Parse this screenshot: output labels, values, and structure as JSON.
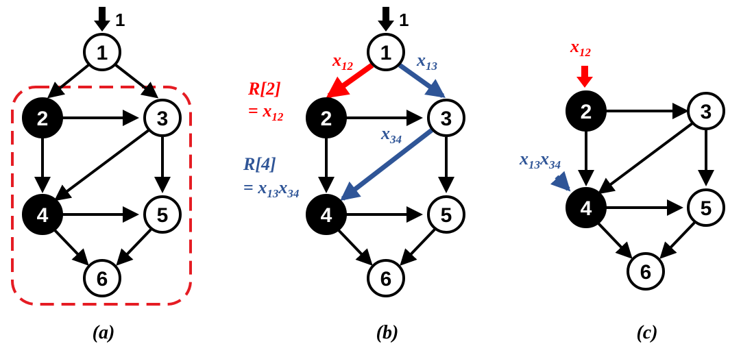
{
  "colors": {
    "black": "#000000",
    "red": "#ff0000",
    "blue": "#2f5597",
    "dashed_box": "#e51c23"
  },
  "panels": [
    {
      "caption": "(a)",
      "input_label": "1",
      "nodes": [
        {
          "id": "1",
          "label": "1",
          "filled": false
        },
        {
          "id": "2",
          "label": "2",
          "filled": true
        },
        {
          "id": "3",
          "label": "3",
          "filled": false
        },
        {
          "id": "4",
          "label": "4",
          "filled": true
        },
        {
          "id": "5",
          "label": "5",
          "filled": false
        },
        {
          "id": "6",
          "label": "6",
          "filled": false
        }
      ]
    },
    {
      "caption": "(b)",
      "input_label": "1",
      "edge_labels": {
        "x12": {
          "base": "x",
          "sub": "12"
        },
        "x13": {
          "base": "x",
          "sub": "13"
        },
        "x34": {
          "base": "x",
          "sub": "34"
        }
      },
      "annotations": {
        "r2_line1": "R[2]",
        "r2_line2_prefix": "= ",
        "r2_line2_base": "x",
        "r2_line2_sub": "12",
        "r4_line1": "R[4]",
        "r4_line2_prefix": "= ",
        "r4_line2_base1": "x",
        "r4_line2_sub1": "13",
        "r4_line2_base2": "x",
        "r4_line2_sub2": "34"
      },
      "nodes": [
        {
          "id": "1",
          "label": "1",
          "filled": false
        },
        {
          "id": "2",
          "label": "2",
          "filled": true
        },
        {
          "id": "3",
          "label": "3",
          "filled": false
        },
        {
          "id": "4",
          "label": "4",
          "filled": true
        },
        {
          "id": "5",
          "label": "5",
          "filled": false
        },
        {
          "id": "6",
          "label": "6",
          "filled": false
        }
      ]
    },
    {
      "caption": "(c)",
      "inputs": {
        "to2_base": "x",
        "to2_sub": "12",
        "to4_base1": "x",
        "to4_sub1": "13",
        "to4_base2": "x",
        "to4_sub2": "34"
      },
      "nodes": [
        {
          "id": "2",
          "label": "2",
          "filled": true
        },
        {
          "id": "3",
          "label": "3",
          "filled": false
        },
        {
          "id": "4",
          "label": "4",
          "filled": true
        },
        {
          "id": "5",
          "label": "5",
          "filled": false
        },
        {
          "id": "6",
          "label": "6",
          "filled": false
        }
      ]
    }
  ]
}
